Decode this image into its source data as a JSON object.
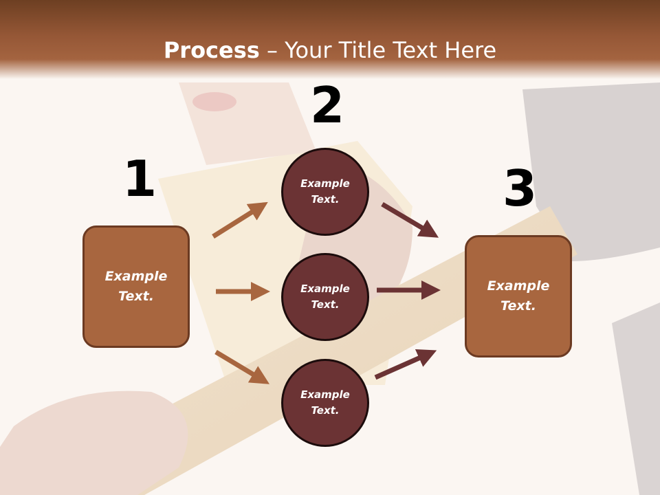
{
  "title": {
    "bold": "Process",
    "rest": " – Your Title Text Here"
  },
  "steps": [
    {
      "number": "1",
      "text": "Example Text."
    },
    {
      "number": "2",
      "text": "Example Text."
    },
    {
      "number": "3",
      "text": "Example Text."
    }
  ],
  "nodes": [
    {
      "text": "Example Text."
    },
    {
      "text": "Example Text."
    },
    {
      "text": "Example Text."
    }
  ],
  "colors": {
    "header": "#955736",
    "box_fill": "#a8663f",
    "box_border": "#6b3a22",
    "circle_fill": "#6b3334",
    "arrow_left": "#a8663f",
    "arrow_right": "#6b3334"
  }
}
